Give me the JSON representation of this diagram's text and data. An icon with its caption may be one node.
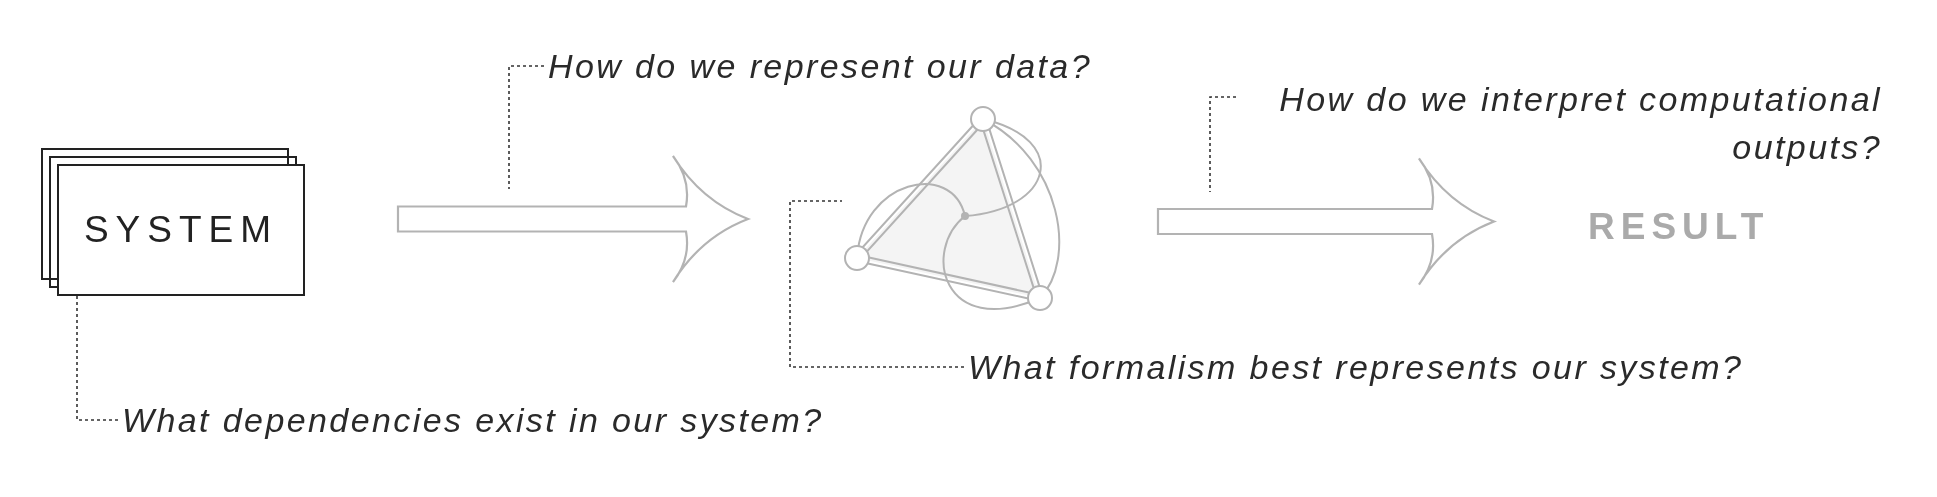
{
  "diagram": {
    "nodes": [
      {
        "text": [
          "SYSTEM"
        ]
      },
      {
        "text": [],
        "shape": "graph"
      },
      {
        "text": [
          "RESULT"
        ]
      },
      {
        "text": [
          "How do we represent our data?"
        ]
      },
      {
        "text": [
          "What dependencies exist in our system?"
        ]
      },
      {
        "text": [
          "What formalism best represents our system?"
        ]
      },
      {
        "text": [
          "How do we interpret computational outputs?"
        ]
      }
    ],
    "edges": [
      {
        "from": 0,
        "to": 1,
        "arrow": "to",
        "style": "thick",
        "color": "#b3b3b3"
      },
      {
        "from": 1,
        "to": 2,
        "arrow": "to",
        "style": "thick",
        "color": "#b3b3b3"
      },
      {
        "from": 3,
        "to": null,
        "arrow": "none",
        "style": "dashed"
      },
      {
        "from": 4,
        "to": 0,
        "arrow": "none",
        "style": "dashed"
      },
      {
        "from": 5,
        "to": 1,
        "arrow": "none",
        "style": "dashed"
      },
      {
        "from": 6,
        "to": null,
        "arrow": "none",
        "style": "dashed"
      }
    ]
  }
}
